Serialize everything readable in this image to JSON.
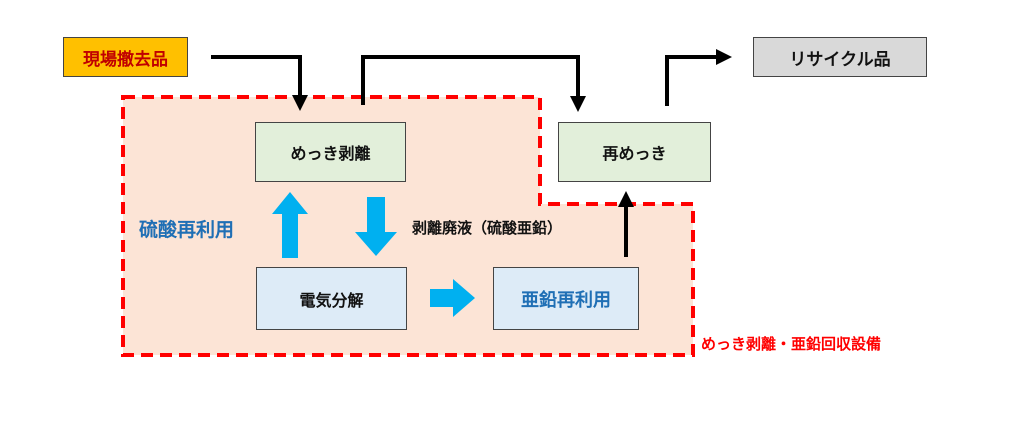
{
  "nodes": {
    "removed_items": {
      "label": "現場撤去品",
      "fill": "#FFC000",
      "text_color": "#C00000"
    },
    "recycled_items": {
      "label": "リサイクル品",
      "fill": "#D9D9D9"
    },
    "plating_stripping": {
      "label": "めっき剥離",
      "fill": "#E2EFDA"
    },
    "replating": {
      "label": "再めっき",
      "fill": "#E2EFDA"
    },
    "electrolysis": {
      "label": "電気分解",
      "fill": "#DDEBF7"
    },
    "zinc_reuse": {
      "label": "亜鉛再利用",
      "fill": "#DDEBF7",
      "text_color": "#1F6FB5"
    }
  },
  "labels": {
    "sulfuric_acid_reuse": "硫酸再利用",
    "stripping_waste_liquid": "剥離廃液（硫酸亜鉛）",
    "facility_name": "めっき剥離・亜鉛回収設備"
  },
  "colors": {
    "facility_fill": "#FCE4D6",
    "facility_border": "#FF0000",
    "flow_arrow": "#00B0F0",
    "line": "#000000",
    "sulfuric_label": "#1F6FB5",
    "facility_label": "#FF0000"
  }
}
